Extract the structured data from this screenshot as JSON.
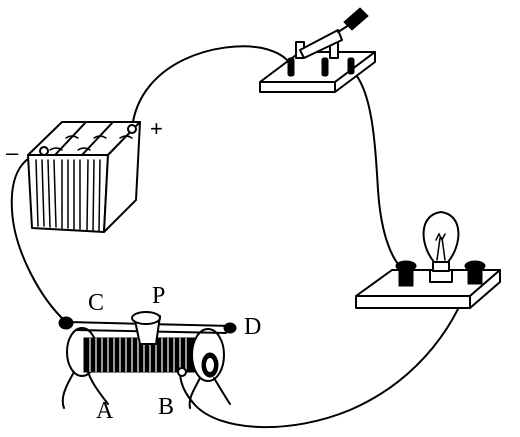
{
  "labels": {
    "plus": "+",
    "minus": "–",
    "C": "C",
    "P": "P",
    "D": "D",
    "A": "A",
    "B": "B"
  },
  "components": [
    "battery",
    "knife-switch",
    "bulb",
    "sliding-rheostat"
  ],
  "colors": {
    "ink": "#000000",
    "background": "#ffffff"
  }
}
